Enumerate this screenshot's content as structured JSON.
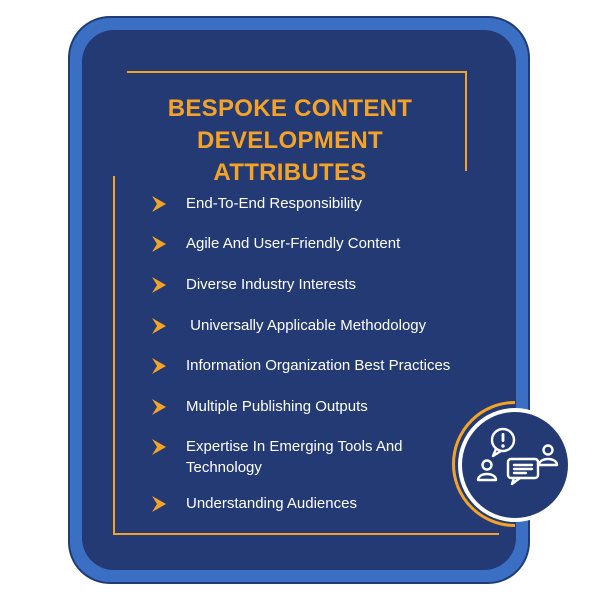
{
  "title": {
    "line1": "BESPOKE CONTENT",
    "line2": "DEVELOPMENT ATTRIBUTES"
  },
  "items": [
    "End-To-End Responsibility",
    "Agile And User-Friendly Content",
    "Diverse Industry Interests",
    " Universally Applicable Methodology",
    "Information Organization Best Practices",
    "Multiple Publishing Outputs",
    [
      "Expertise In Emerging Tools And",
      "Technology"
    ],
    "Understanding Audiences"
  ],
  "colors": {
    "accent": "#f5a326",
    "panel": "#233a74",
    "frame": "#3b6fc4",
    "text": "#ffffff"
  },
  "icons": {
    "bullet": "chevron-right-icon",
    "badge": "team-discussion-icon"
  }
}
